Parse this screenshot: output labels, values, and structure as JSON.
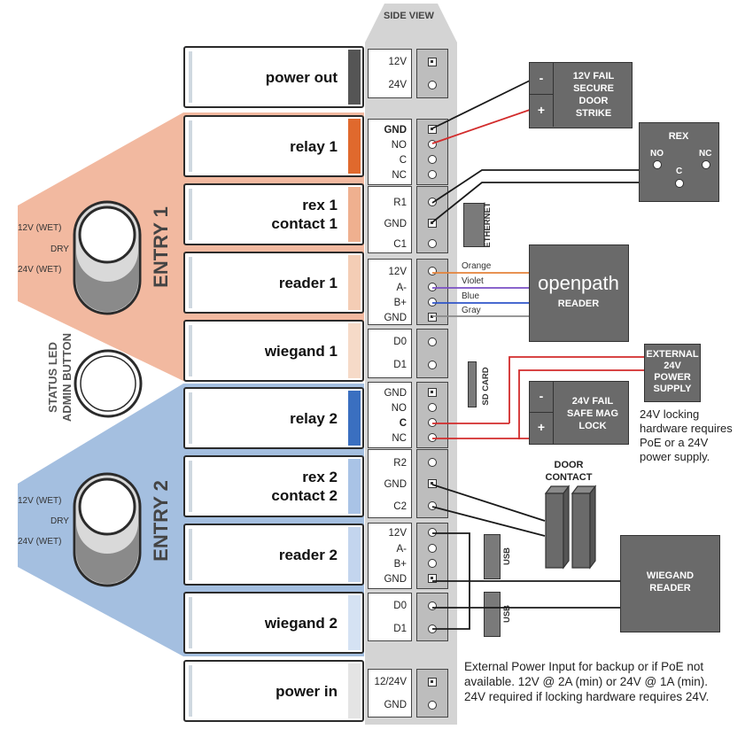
{
  "side_view": "SIDE VIEW",
  "modules": [
    {
      "id": "power-out",
      "lines": [
        "power out"
      ]
    },
    {
      "id": "relay-1",
      "lines": [
        "relay 1"
      ]
    },
    {
      "id": "rex-contact-1",
      "lines": [
        "rex 1",
        "contact 1"
      ]
    },
    {
      "id": "reader-1",
      "lines": [
        "reader 1"
      ]
    },
    {
      "id": "wiegand-1",
      "lines": [
        "wiegand 1"
      ]
    },
    {
      "id": "relay-2",
      "lines": [
        "relay 2"
      ]
    },
    {
      "id": "rex-contact-2",
      "lines": [
        "rex 2",
        "contact 2"
      ]
    },
    {
      "id": "reader-2",
      "lines": [
        "reader 2"
      ]
    },
    {
      "id": "wiegand-2",
      "lines": [
        "wiegand 2"
      ]
    },
    {
      "id": "power-in",
      "lines": [
        "power in"
      ]
    }
  ],
  "pins": {
    "power_out": [
      "12V",
      "24V"
    ],
    "relay_1": [
      "GND",
      "NO",
      "C",
      "NC"
    ],
    "rex_1": [
      "R1",
      "GND",
      "C1"
    ],
    "reader_1": [
      "12V",
      "A-",
      "B+",
      "GND"
    ],
    "wiegand_1": [
      "D0",
      "D1"
    ],
    "relay_2": [
      "GND",
      "NO",
      "C",
      "NC"
    ],
    "rex_2": [
      "R2",
      "GND",
      "C2"
    ],
    "reader_2": [
      "12V",
      "A-",
      "B+",
      "GND"
    ],
    "wiegand_2": [
      "D0",
      "D1"
    ],
    "power_in": [
      "12/24V",
      "GND"
    ]
  },
  "entry1": {
    "label": "ENTRY 1",
    "switch": [
      "12V (WET)",
      "DRY",
      "24V (WET)"
    ]
  },
  "entry2": {
    "label": "ENTRY 2",
    "switch": [
      "12V (WET)",
      "DRY",
      "24V (WET)"
    ]
  },
  "status_led": [
    "STATUS LED",
    "ADMIN BUTTON"
  ],
  "ethernet": "ETHERNET",
  "sd_card": "SD CARD",
  "usb": [
    "USB",
    "USB"
  ],
  "devices": {
    "strike": {
      "lines": [
        "12V FAIL",
        "SECURE",
        "DOOR",
        "STRIKE"
      ],
      "minus": "-",
      "plus": "+"
    },
    "rex": {
      "title": "REX",
      "no": "NO",
      "nc": "NC",
      "c": "C"
    },
    "openpath": {
      "brand": "openpath",
      "sub": "READER"
    },
    "ext_power": {
      "lines": [
        "EXTERNAL",
        "24V",
        "POWER",
        "SUPPLY"
      ]
    },
    "mag_lock": {
      "lines": [
        "24V FAIL",
        "SAFE MAG",
        "LOCK"
      ],
      "minus": "-",
      "plus": "+"
    },
    "door_contact": {
      "lines": [
        "DOOR",
        "CONTACT"
      ]
    },
    "wiegand_reader": {
      "lines": [
        "WIEGAND",
        "READER"
      ]
    }
  },
  "wire_labels": [
    "Orange",
    "Violet",
    "Blue",
    "Gray"
  ],
  "wire_colors": {
    "red": "#d22b2b",
    "black": "#1a1a1a",
    "orange": "#e5833a",
    "violet": "#7a4fc4",
    "blue": "#2f55c9",
    "gray": "#8a8a8a"
  },
  "note_locking": "24V locking hardware requires PoE or a 24V power supply.",
  "note_power": "External Power Input for backup or if PoE not available. 12V @ 2A (min) or 24V @ 1A (min). 24V required if locking hardware requires 24V.",
  "colors": {
    "entry1": "#f2b9a0",
    "entry2": "#a4bfe0",
    "relay1_accent": "#e0692d",
    "relay2_accent": "#3a6fc0"
  }
}
